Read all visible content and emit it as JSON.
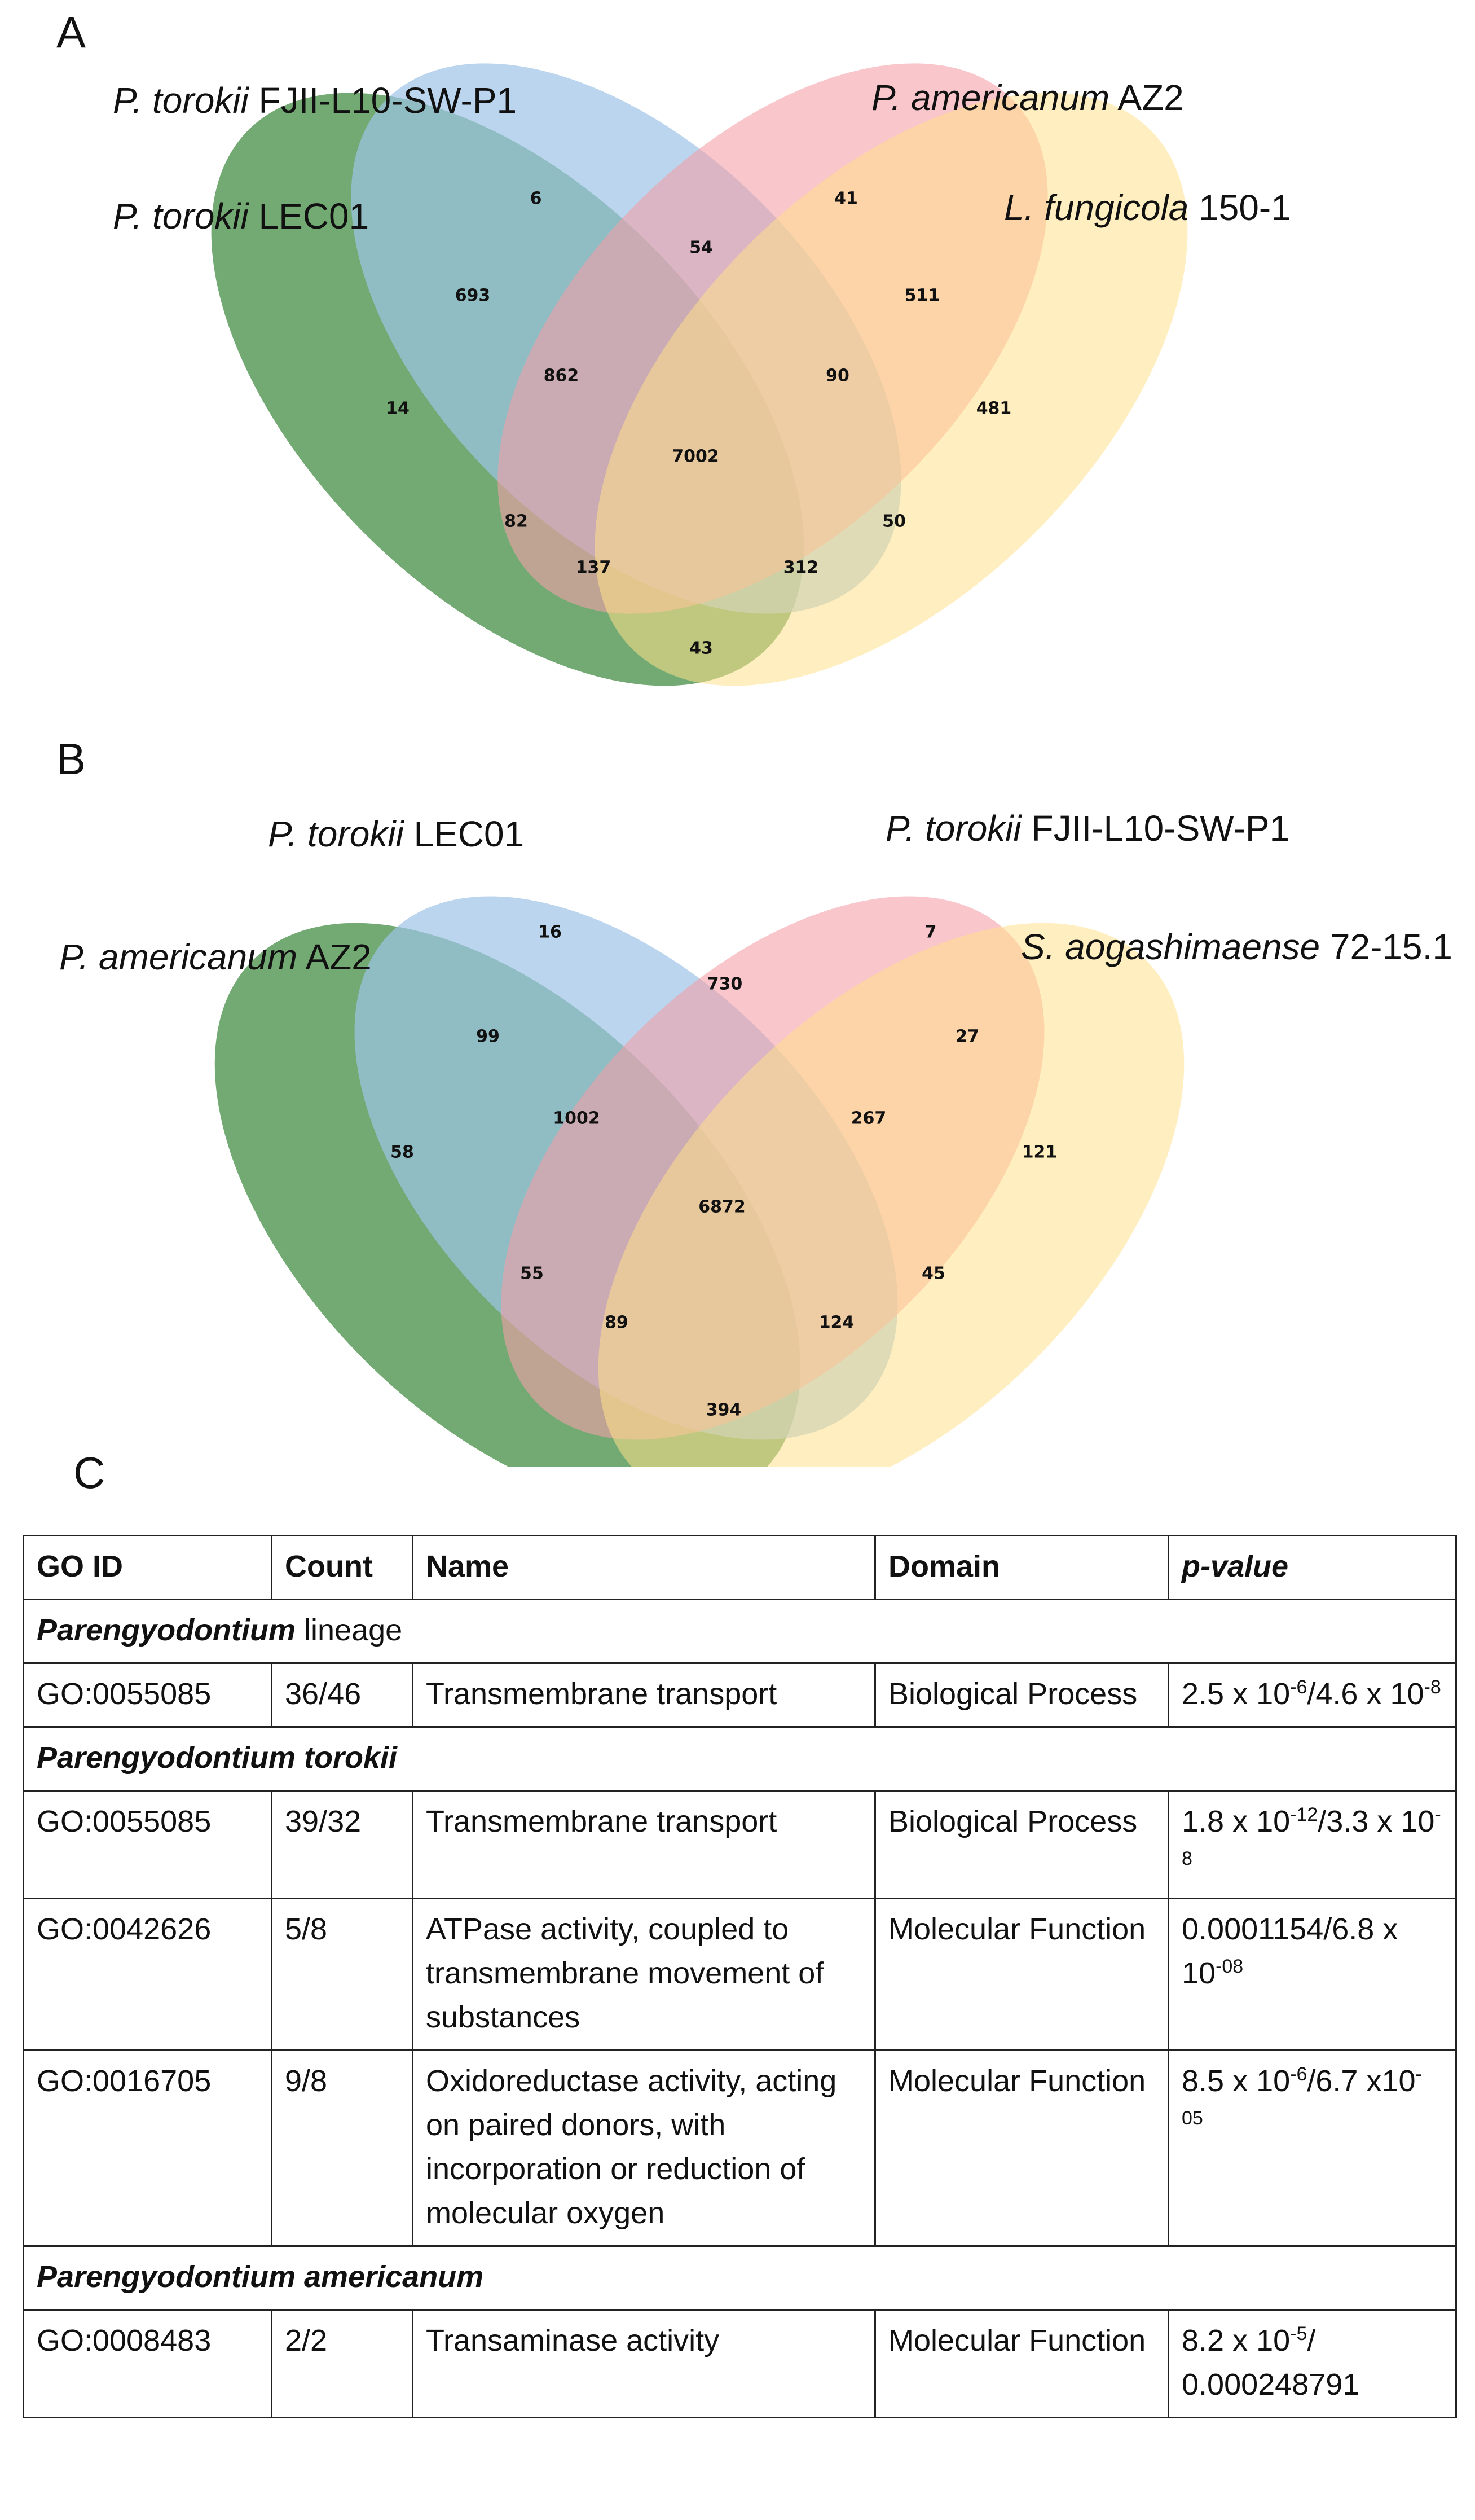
{
  "panels": {
    "a": "A",
    "b": "B",
    "c": "C"
  },
  "venn_a": {
    "sets": [
      {
        "italic": "P. torokii",
        "rest": " FJII-L10-SW-P1",
        "color": "#9dc3e6"
      },
      {
        "italic": "P. americanum",
        "rest": " AZ2",
        "color": "#f4a0a8"
      },
      {
        "italic": "P. torokii",
        "rest": " LEC01",
        "color": "#5b9b5b"
      },
      {
        "italic": "L. fungicola",
        "rest": " 150-1",
        "color": "#ffe08a"
      }
    ],
    "counts": [
      "6",
      "41",
      "54",
      "693",
      "511",
      "14",
      "862",
      "90",
      "481",
      "7002",
      "82",
      "50",
      "137",
      "312",
      "43"
    ]
  },
  "venn_b": {
    "sets": [
      {
        "italic": "P. torokii",
        "rest": " LEC01",
        "color": "#9dc3e6"
      },
      {
        "italic": "P. torokii",
        "rest": " FJII-L10-SW-P1",
        "color": "#f4a0a8"
      },
      {
        "italic": "P. americanum",
        "rest": " AZ2",
        "color": "#5b9b5b"
      },
      {
        "italic": "S. aogashimaense",
        "rest": " 72-15.1",
        "color": "#ffe08a"
      }
    ],
    "counts": [
      "16",
      "7",
      "730",
      "99",
      "27",
      "58",
      "1002",
      "267",
      "121",
      "6872",
      "55",
      "45",
      "89",
      "124",
      "394"
    ]
  },
  "table": {
    "headers": [
      "GO ID",
      "Count",
      "Name",
      "Domain",
      "p-value"
    ],
    "sections": [
      {
        "title_bold": "Parengyodontium",
        "title_rest": " lineage",
        "rows": [
          {
            "id": "GO:0055085",
            "count": "36/46",
            "name": "Transmembrane transport",
            "domain": "Biological Process",
            "p1": "2.5 x 10",
            "e1": "-6",
            "p2": "/4.6 x 10",
            "e2": "-8",
            "p3": ""
          }
        ]
      },
      {
        "title_bold": "Parengyodontium torokii",
        "title_rest": "",
        "rows": [
          {
            "id": "GO:0055085",
            "count": "39/32",
            "name": "Transmembrane transport",
            "domain": "Biological Process",
            "p1": "1.8 x 10",
            "e1": "-12",
            "p2": "/3.3 x 10",
            "e2": "-8",
            "p3": ""
          },
          {
            "id": "GO:0042626",
            "count": "5/8",
            "name": "ATPase activity, coupled to transmembrane movement of substances",
            "domain": "Molecular Function",
            "p1": "0.0001154/6.8 x 10",
            "e1": "-08",
            "p2": "",
            "e2": "",
            "p3": ""
          },
          {
            "id": "GO:0016705",
            "count": "9/8",
            "name": "Oxidoreductase activity, acting on paired donors, with incorporation or reduction of molecular oxygen",
            "domain": "Molecular Function",
            "p1": "8.5 x 10",
            "e1": "-6",
            "p2": "/6.7 x10",
            "e2": "-05",
            "p3": ""
          }
        ]
      },
      {
        "title_bold": "Parengyodontium americanum",
        "title_rest": "",
        "rows": [
          {
            "id": "GO:0008483",
            "count": "2/2",
            "name": "Transaminase activity",
            "domain": "Molecular Function",
            "p1": "8.2 x 10",
            "e1": "-5",
            "p2": "/ 0.000248791",
            "e2": "",
            "p3": ""
          }
        ]
      }
    ]
  }
}
